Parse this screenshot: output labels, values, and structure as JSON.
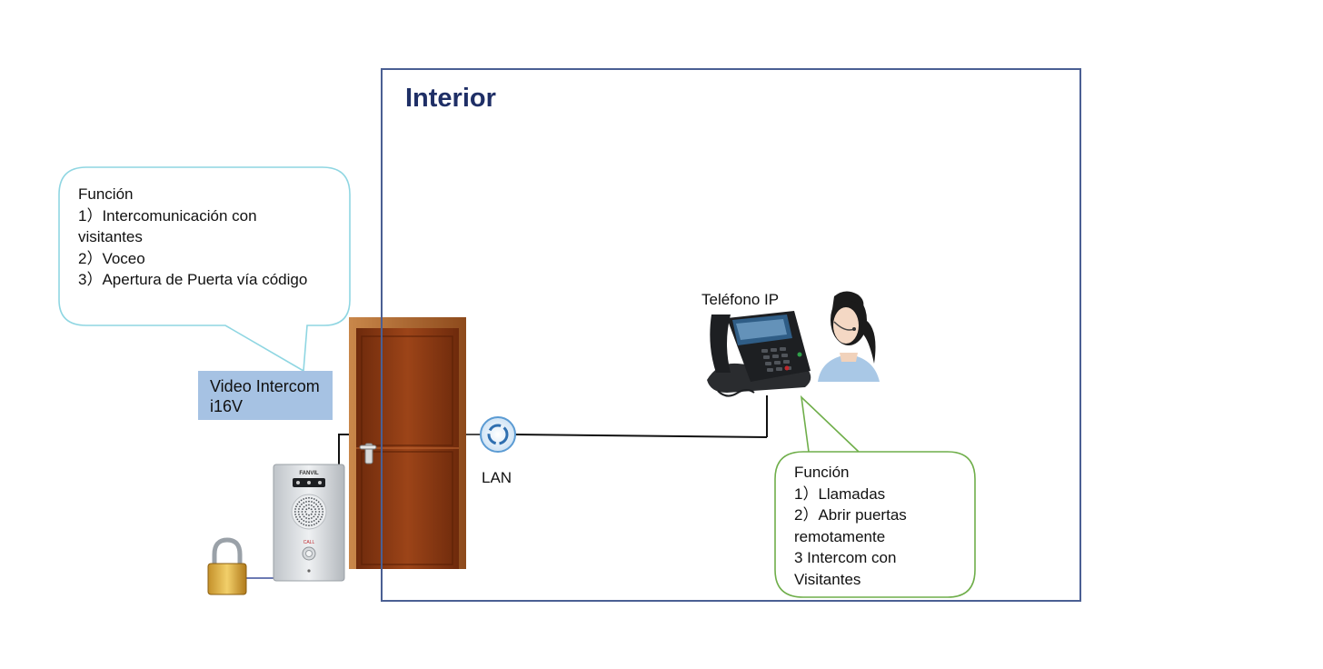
{
  "interior": {
    "title": "Interior"
  },
  "intercom": {
    "label_line1": "Video Intercom",
    "label_line2": "i16V",
    "brand": "FANVIL",
    "call_text": "CALL"
  },
  "callout_left": {
    "heading": "Función",
    "items": [
      "1）Intercomunicación con",
      "visitantes",
      "2）Voceo",
      "3）Apertura de Puerta vía código"
    ]
  },
  "phone": {
    "label": "Teléfono IP"
  },
  "network": {
    "label": "LAN"
  },
  "callout_right": {
    "heading": "Función",
    "items": [
      "1）Llamadas",
      "2）Abrir puertas",
      "remotamente",
      "3 Intercom con",
      "Visitantes"
    ]
  },
  "colors": {
    "frame": "#4a5f93",
    "title": "#1f2f66",
    "left_callout_border": "#8fd6e2",
    "right_callout_border": "#6fae4a",
    "label_fill": "#a6c2e3",
    "door": "#8a3a14"
  },
  "icons": [
    "padlock-icon",
    "intercom-panel",
    "door-icon",
    "lan-hub-icon",
    "ip-phone-icon",
    "operator-avatar"
  ]
}
